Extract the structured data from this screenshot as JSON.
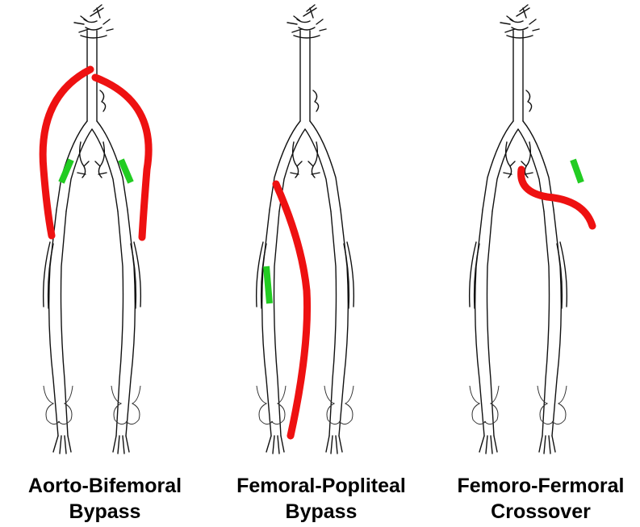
{
  "colors": {
    "graft": "#ee1111",
    "stenosis": "#22cc22",
    "vessel": "#111111",
    "background": "#ffffff"
  },
  "panels": [
    {
      "id": "aorto-bifemoral",
      "title_line1": "Aorto-Bifemoral",
      "title_line2": "Bypass"
    },
    {
      "id": "femoral-popliteal",
      "title_line1": "Femoral-Popliteal",
      "title_line2": "Bypass"
    },
    {
      "id": "femoro-femoral",
      "title_line1": "Femoro-Fermoral",
      "title_line2": "Crossover"
    }
  ]
}
